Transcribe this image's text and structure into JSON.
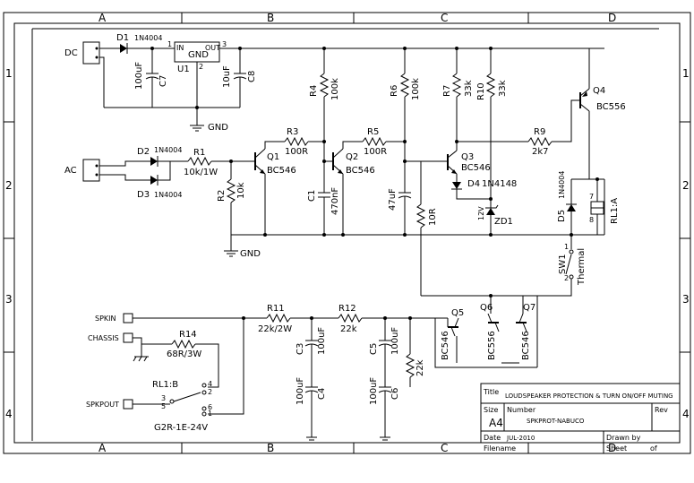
{
  "frame": {
    "cols": [
      "A",
      "B",
      "C",
      "D"
    ],
    "rows": [
      "1",
      "2",
      "3",
      "4"
    ]
  },
  "title_block": {
    "title_label": "Title",
    "title": "LOUDSPEAKER PROTECTION & TURN ON/OFF MUTING",
    "size_label": "Size",
    "size": "A4",
    "number_label": "Number",
    "number": "SPKPROT-NABUCO",
    "rev_label": "Rev",
    "date_label": "Date",
    "date": "JUL-2010",
    "drawn_label": "Drawn by",
    "filename_label": "Filename",
    "sheet_label": "Sheet",
    "of_label": "of"
  },
  "connectors": {
    "dc": "DC",
    "ac": "AC",
    "spkin": "SPKIN",
    "chassis": "CHASSIS",
    "spkpout": "SPKPOUT"
  },
  "components": {
    "d1": "D1",
    "d1_val": "1N4004",
    "u1": "U1",
    "u1_body": "GND",
    "u1_in": "IN",
    "u1_out": "OUT",
    "u1_pin1": "1",
    "u1_pin2": "2",
    "u1_pin3": "3",
    "c7": "C7",
    "c7_val": "100uF",
    "c8": "C8",
    "c8_val": "10uF",
    "d2": "D2",
    "d2_val": "1N4004",
    "d3": "D3",
    "d3_val": "1N4004",
    "r1": "R1",
    "r1_val": "10k/1W",
    "r2": "R2",
    "r2_val": "10k",
    "r3": "R3",
    "r3_val": "100R",
    "r4": "R4",
    "r4_val": "100k",
    "q1": "Q1",
    "q1_val": "BC546",
    "c1": "C1",
    "c1_val": "470nF",
    "q2": "Q2",
    "q2_val": "BC546",
    "r5": "R5",
    "r5_val": "100R",
    "r6": "R6",
    "r6_val": "100k",
    "c2_val": "47uF",
    "r8_val": "10R",
    "r7": "R7",
    "r7_val": "33k",
    "r10": "R10",
    "r10_val": "33k",
    "q3": "Q3",
    "q3_val": "BC546",
    "d4": "D4",
    "d4_val": "1N4148",
    "zd1": "ZD1",
    "zd1_val": "12V",
    "r9": "R9",
    "r9_val": "2k7",
    "q4": "Q4",
    "q4_val": "BC556",
    "d5": "D5",
    "d5_val": "1N4004",
    "rl1a": "RL1:A",
    "rl1a_pin7": "7",
    "rl1a_pin8": "8",
    "sw1": "SW1",
    "sw1_val": "Thermal",
    "sw1_pin1": "1",
    "sw1_pin2": "2",
    "r11": "R11",
    "r11_val": "22k/2W",
    "r12": "R12",
    "r12_val": "22k",
    "r14": "R14",
    "r14_val": "68R/3W",
    "c3": "C3",
    "c3_val": "100uF",
    "c4": "C4",
    "c4_val": "100uF",
    "c5": "C5",
    "c5_val": "100uF",
    "c6": "C6",
    "c6_val": "100uF",
    "r13_val": "22k",
    "q5": "Q5",
    "q5_val": "BC546",
    "q6": "Q6",
    "q6_val": "BC556",
    "q7": "Q7",
    "q7_val": "BC546",
    "rl1b": "RL1:B",
    "rl1b_p2": "2",
    "rl1b_p3": "3",
    "rl1b_p4": "4",
    "rl1b_p5": "5",
    "rl1b_p6": "6",
    "rl1b_p1": "1",
    "relay_part": "G2R-1E-24V",
    "gnd1": "GND",
    "gnd2": "GND"
  }
}
